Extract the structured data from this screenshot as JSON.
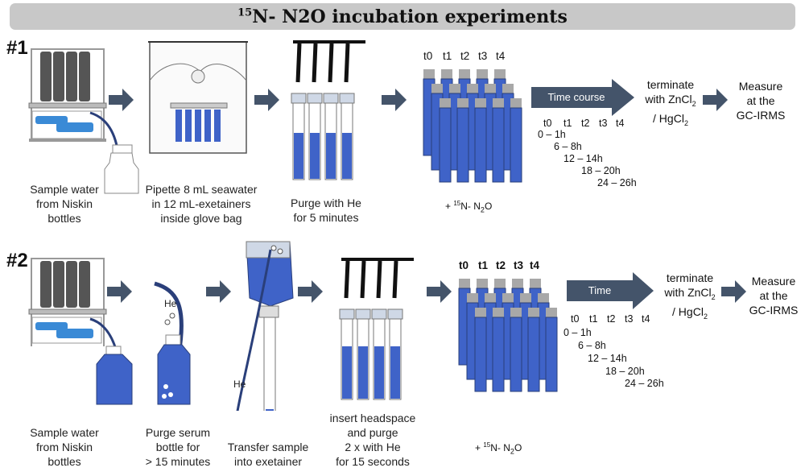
{
  "title": {
    "prefix": "15",
    "text": "N- N2O incubation experiments"
  },
  "runs": [
    {
      "label": "#1",
      "steps": [
        [
          "Sample water",
          "from Niskin",
          "bottles"
        ],
        [
          "Pipette 8 mL seawater",
          "in 12 mL-exetainers",
          "inside glove bag"
        ],
        [
          "Purge with He",
          "for 5 minutes"
        ]
      ],
      "timepoints": [
        "t0",
        "t1",
        "t2",
        "t3",
        "t4"
      ],
      "tracer": {
        "prefix": "+ ",
        "sup": "15",
        "text": "N- N",
        "sub": "2",
        "suffix": "O"
      },
      "timecourse_label": "Time course",
      "timecourse_points": [
        "t0",
        "t1",
        "t2",
        "t3",
        "t4"
      ],
      "intervals": [
        "0 – 1h",
        "6 – 8h",
        "12 – 14h",
        "18 – 20h",
        "24 – 26h"
      ],
      "terminate": {
        "line1": "terminate",
        "line2a": "with ZnCl",
        "sub2": "2",
        "line3a": "/ HgCl",
        "sub3": "2"
      },
      "measure": [
        "Measure",
        "at the",
        "GC-IRMS"
      ]
    },
    {
      "label": "#2",
      "steps": [
        [
          "Sample water",
          "from Niskin",
          "bottles"
        ],
        [
          "Purge serum",
          "bottle for",
          "> 15 minutes"
        ],
        [
          "Transfer sample",
          "into exetainer"
        ],
        [
          "insert headspace",
          "and purge",
          "2 x with He",
          "for 15 seconds"
        ]
      ],
      "he_label_1": "He",
      "he_label_2": "He",
      "timepoints": [
        "t0",
        "t1",
        "t2",
        "t3",
        "t4"
      ],
      "tracer": {
        "prefix": "+ ",
        "sup": "15",
        "text": "N- N",
        "sub": "2",
        "suffix": "O"
      },
      "timecourse_label": "Time",
      "timecourse_points": [
        "t0",
        "t1",
        "t2",
        "t3",
        "t4"
      ],
      "intervals": [
        "0 – 1h",
        "6 – 8h",
        "12 – 14h",
        "18 – 20h",
        "24 – 26h"
      ],
      "terminate": {
        "line1": "terminate",
        "line2a": "with ZnCl",
        "sub2": "2",
        "line3a": "/ HgCl",
        "sub3": "2"
      },
      "measure": [
        "Measure",
        "at the",
        "GC-IRMS"
      ]
    }
  ],
  "colors": {
    "water_blue": "#3f63c8",
    "arrow": "#44546a",
    "cap_gray": "#a8a8a8",
    "title_bg": "#c8c8c8"
  }
}
